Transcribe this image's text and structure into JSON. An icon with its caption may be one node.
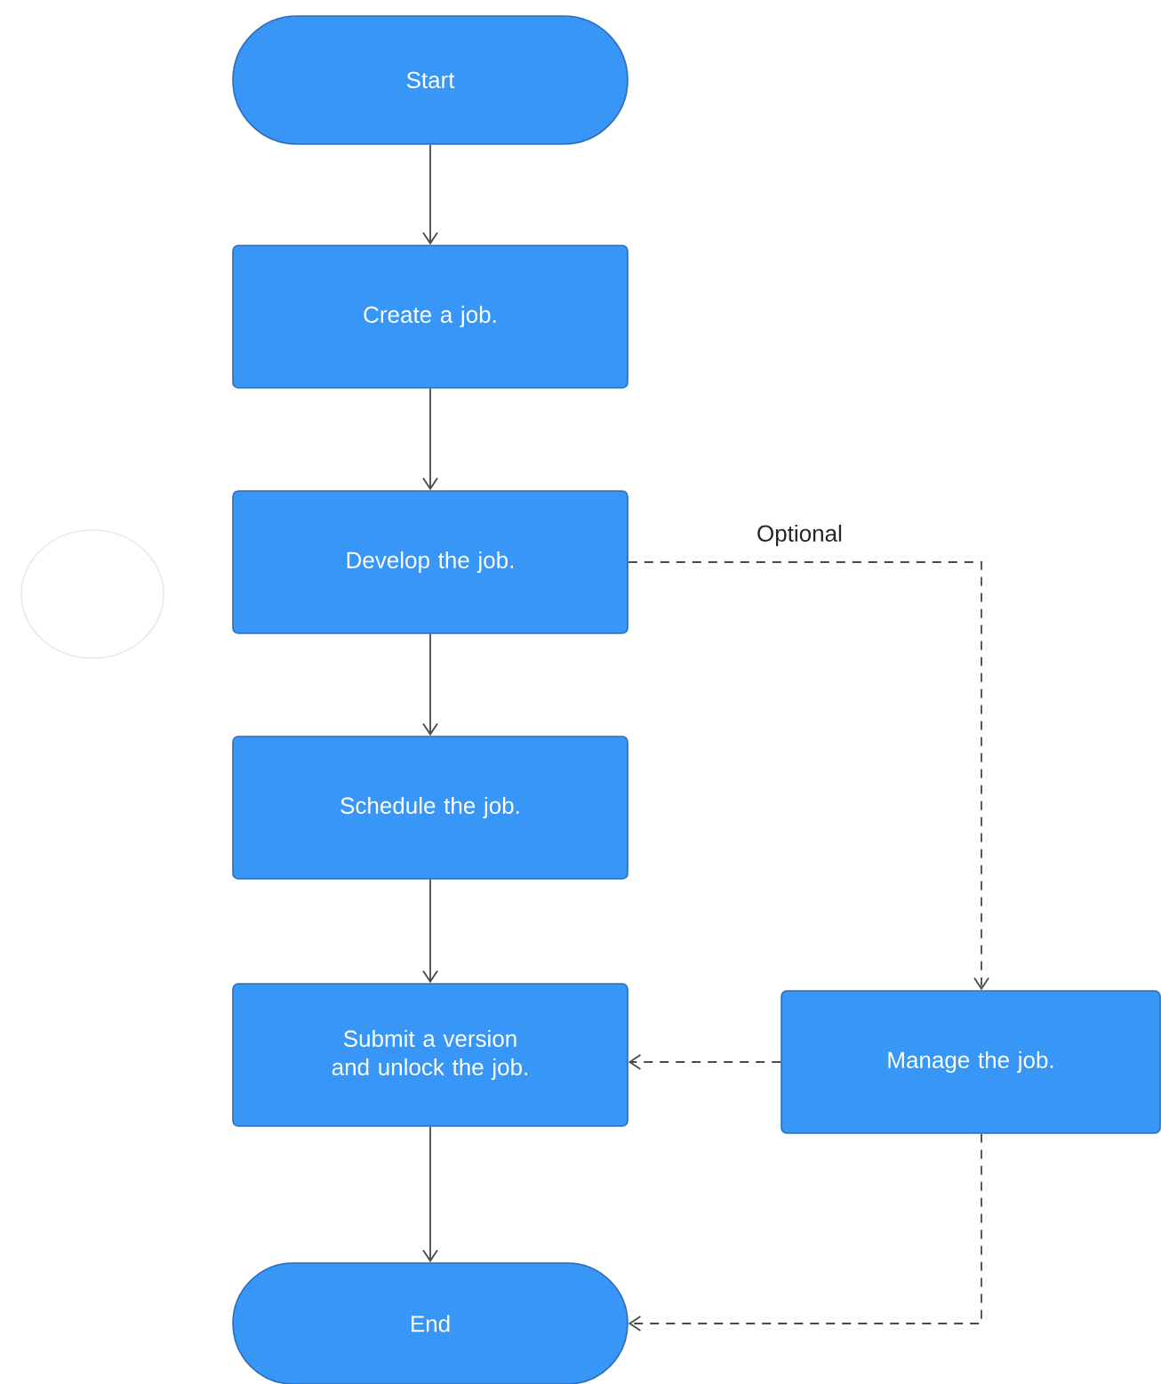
{
  "diagram": {
    "nodes": [
      {
        "text": [
          "Start"
        ]
      },
      {
        "text": [
          "Create a job."
        ]
      },
      {
        "text": [
          "Develop the job."
        ]
      },
      {
        "text": [
          "Schedule the job."
        ]
      },
      {
        "text": [
          "Submit a version and unlock the job."
        ]
      },
      {
        "text": [
          "Manage the job."
        ]
      },
      {
        "text": [
          "End"
        ]
      },
      {
        "text": [],
        "shape": "circle"
      }
    ],
    "edges": [
      {
        "from": 0,
        "to": 1,
        "arrow": "to"
      },
      {
        "from": 1,
        "to": 2,
        "arrow": "to"
      },
      {
        "from": 2,
        "to": 3,
        "arrow": "to"
      },
      {
        "from": 3,
        "to": 4,
        "arrow": "to"
      },
      {
        "from": 4,
        "to": 6,
        "arrow": "to"
      },
      {
        "from": 2,
        "to": 5,
        "arrow": "to",
        "style": "dashed",
        "label": "Optional"
      },
      {
        "from": 5,
        "to": 4,
        "arrow": "to",
        "style": "dashed"
      },
      {
        "from": 5,
        "to": 6,
        "arrow": "to",
        "style": "dashed"
      }
    ]
  }
}
